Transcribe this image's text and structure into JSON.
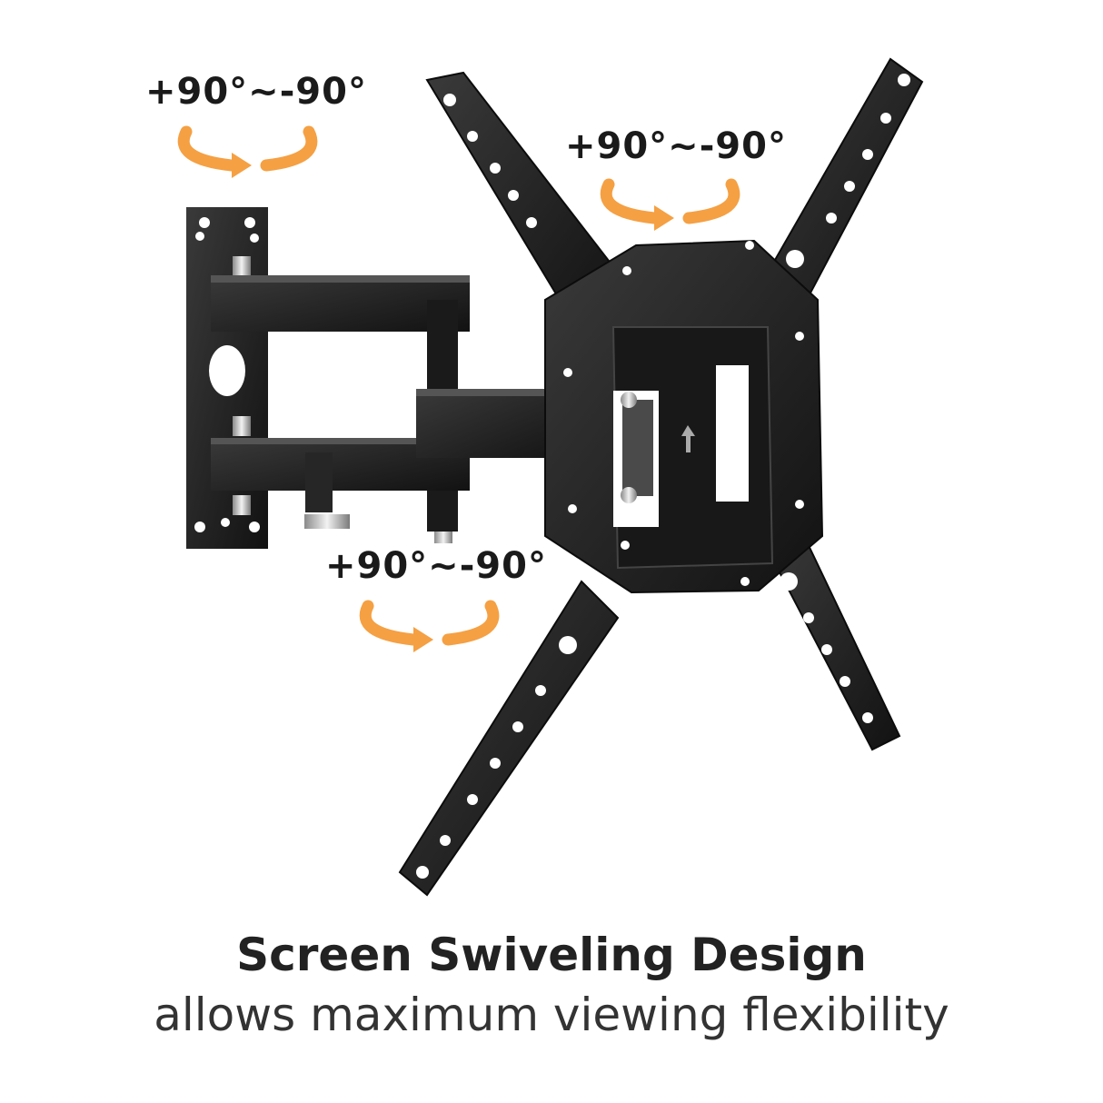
{
  "rotation_labels": {
    "top_left": "+90°~-90°",
    "top_right": "+90°~-90°",
    "bottom": "+90°~-90°"
  },
  "caption": {
    "headline": "Screen Swiveling Design",
    "subline": "allows maximum viewing flexibility"
  },
  "colors": {
    "arrow": "#f5a043",
    "metal": "#1c1c1c",
    "background": "#ffffff"
  }
}
